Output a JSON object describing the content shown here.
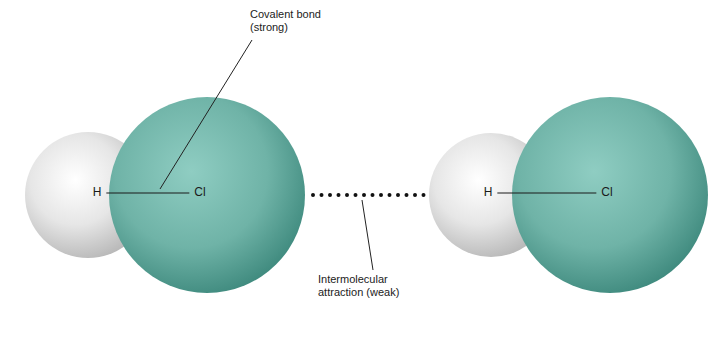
{
  "diagram": {
    "nodes": [
      {
        "text": [
          "H"
        ]
      },
      {
        "text": [
          "Cl"
        ]
      },
      {
        "text": [
          "H"
        ]
      },
      {
        "text": [
          "Cl"
        ]
      }
    ],
    "edges": [
      {
        "from": 0,
        "to": 1,
        "arrow": "none"
      },
      {
        "from": 1,
        "to": 2,
        "arrow": "none"
      },
      {
        "from": 2,
        "to": 3,
        "arrow": "none"
      }
    ],
    "labels": [
      "Covalent bond (strong)",
      "Intermolecular attraction (weak)"
    ]
  }
}
